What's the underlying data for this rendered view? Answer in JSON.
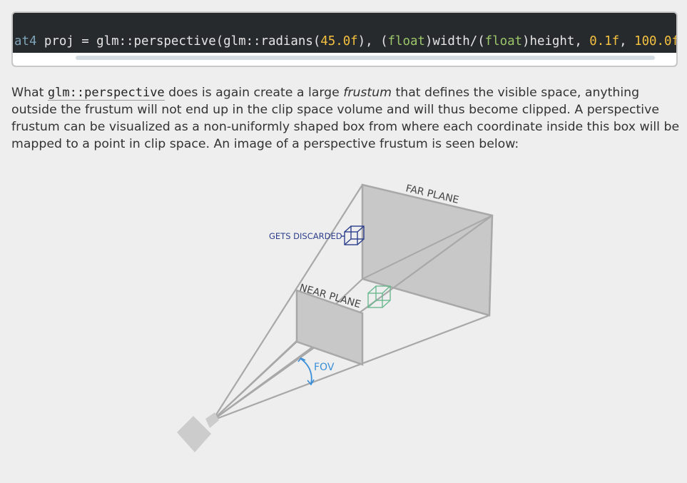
{
  "code": {
    "tokens": [
      {
        "text": "at4",
        "kind": "type"
      },
      {
        "text": " proj = glm::perspective(glm::radians(",
        "kind": "plain"
      },
      {
        "text": "45.0f",
        "kind": "num"
      },
      {
        "text": "), (",
        "kind": "plain"
      },
      {
        "text": "float",
        "kind": "kw"
      },
      {
        "text": ")width/(",
        "kind": "plain"
      },
      {
        "text": "float",
        "kind": "kw"
      },
      {
        "text": ")height, ",
        "kind": "plain"
      },
      {
        "text": "0.1f",
        "kind": "num"
      },
      {
        "text": ", ",
        "kind": "plain"
      },
      {
        "text": "100.0f",
        "kind": "num"
      },
      {
        "text": ");",
        "kind": "plain"
      }
    ],
    "colors": {
      "background": "#272a2d",
      "type": "#7fa3b8",
      "keyword": "#9bc66a",
      "number": "#f4c040"
    }
  },
  "paragraph": {
    "before_code": "What ",
    "code": "glm::perspective",
    "middle": " does is again create a large ",
    "emphasis": "frustum",
    "after": " that defines the visible space, anything outside the frustum will not end up in the clip space volume and will thus become clipped. A perspective frustum can be visualized as a non-uniformly shaped box from where each coordinate inside this box will be mapped to a point in clip space. An image of a perspective frustum is seen below:"
  },
  "diagram": {
    "labels": {
      "far_plane": "FAR PLANE",
      "near_plane": "NEAR PLANE",
      "gets_discarded": "GETS DISCARDED",
      "fov": "FOV"
    },
    "colors": {
      "plane_fill": "#c8c8c8",
      "edge": "#a8a8a8",
      "discarded_cube": "#2c3e8c",
      "inside_cube": "#6ab890",
      "fov_arc": "#3a8fd8",
      "camera": "#cccccc"
    }
  }
}
